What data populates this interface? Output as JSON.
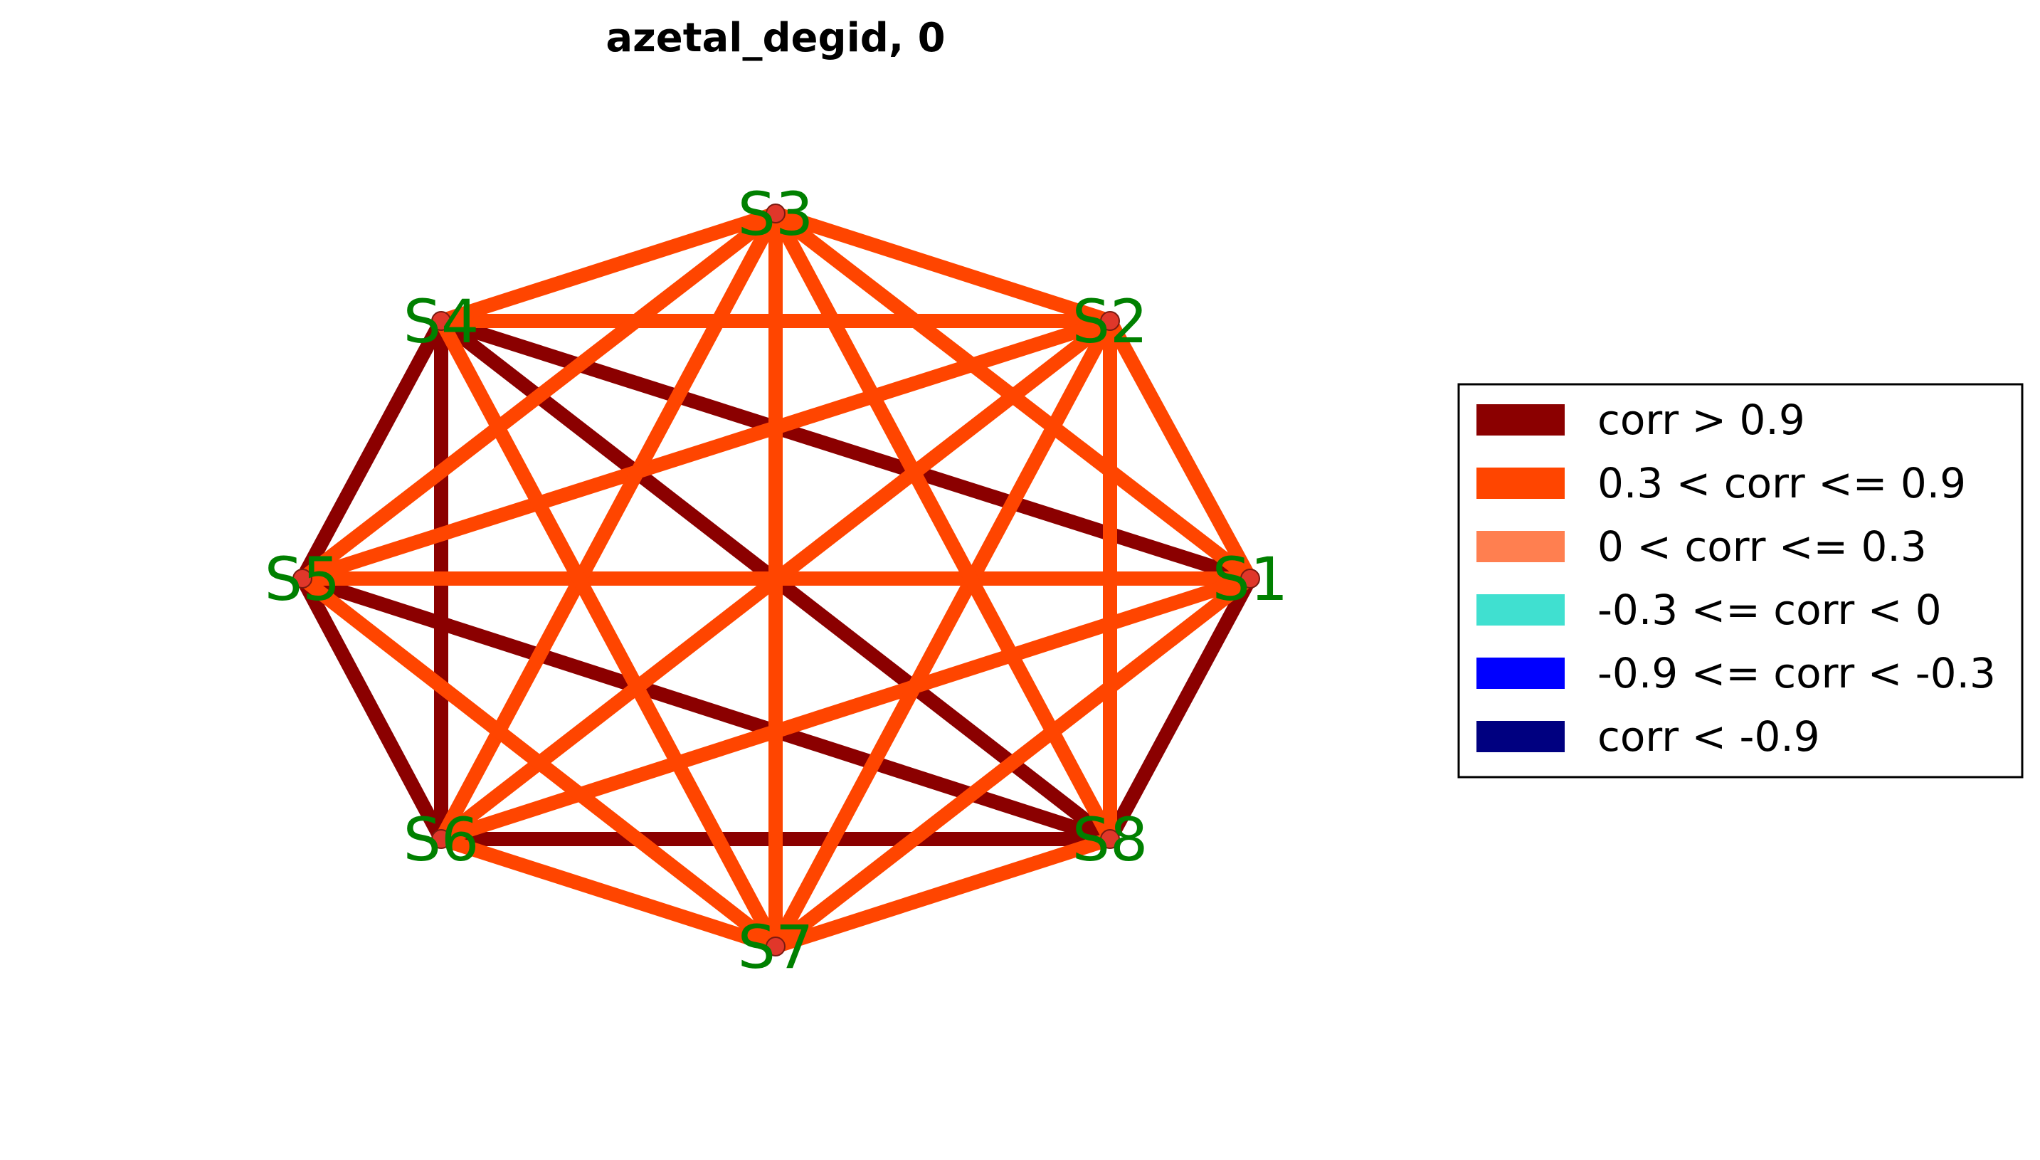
{
  "title": "azetal_degid, 0",
  "nodes": [
    {
      "id": "S1",
      "label": "S1"
    },
    {
      "id": "S2",
      "label": "S2"
    },
    {
      "id": "S3",
      "label": "S3"
    },
    {
      "id": "S4",
      "label": "S4"
    },
    {
      "id": "S5",
      "label": "S5"
    },
    {
      "id": "S6",
      "label": "S6"
    },
    {
      "id": "S7",
      "label": "S7"
    },
    {
      "id": "S8",
      "label": "S8"
    }
  ],
  "edges": [
    {
      "source": "S1",
      "target": "S2",
      "category": "0.3 < corr <= 0.9"
    },
    {
      "source": "S1",
      "target": "S3",
      "category": "0.3 < corr <= 0.9"
    },
    {
      "source": "S1",
      "target": "S4",
      "category": "corr > 0.9"
    },
    {
      "source": "S1",
      "target": "S5",
      "category": "0.3 < corr <= 0.9"
    },
    {
      "source": "S1",
      "target": "S6",
      "category": "0.3 < corr <= 0.9"
    },
    {
      "source": "S1",
      "target": "S7",
      "category": "0.3 < corr <= 0.9"
    },
    {
      "source": "S1",
      "target": "S8",
      "category": "corr > 0.9"
    },
    {
      "source": "S2",
      "target": "S3",
      "category": "0.3 < corr <= 0.9"
    },
    {
      "source": "S2",
      "target": "S4",
      "category": "0.3 < corr <= 0.9"
    },
    {
      "source": "S2",
      "target": "S5",
      "category": "0.3 < corr <= 0.9"
    },
    {
      "source": "S2",
      "target": "S6",
      "category": "0.3 < corr <= 0.9"
    },
    {
      "source": "S2",
      "target": "S7",
      "category": "0.3 < corr <= 0.9"
    },
    {
      "source": "S2",
      "target": "S8",
      "category": "0.3 < corr <= 0.9"
    },
    {
      "source": "S3",
      "target": "S4",
      "category": "0.3 < corr <= 0.9"
    },
    {
      "source": "S3",
      "target": "S5",
      "category": "0.3 < corr <= 0.9"
    },
    {
      "source": "S3",
      "target": "S6",
      "category": "0.3 < corr <= 0.9"
    },
    {
      "source": "S3",
      "target": "S7",
      "category": "0.3 < corr <= 0.9"
    },
    {
      "source": "S3",
      "target": "S8",
      "category": "0.3 < corr <= 0.9"
    },
    {
      "source": "S4",
      "target": "S5",
      "category": "corr > 0.9"
    },
    {
      "source": "S4",
      "target": "S6",
      "category": "corr > 0.9"
    },
    {
      "source": "S4",
      "target": "S7",
      "category": "0.3 < corr <= 0.9"
    },
    {
      "source": "S4",
      "target": "S8",
      "category": "corr > 0.9"
    },
    {
      "source": "S5",
      "target": "S6",
      "category": "corr > 0.9"
    },
    {
      "source": "S5",
      "target": "S7",
      "category": "0.3 < corr <= 0.9"
    },
    {
      "source": "S5",
      "target": "S8",
      "category": "corr > 0.9"
    },
    {
      "source": "S6",
      "target": "S7",
      "category": "0.3 < corr <= 0.9"
    },
    {
      "source": "S6",
      "target": "S8",
      "category": "corr > 0.9"
    },
    {
      "source": "S7",
      "target": "S8",
      "category": "0.3 < corr <= 0.9"
    }
  ],
  "legend": {
    "items": [
      {
        "label": "corr > 0.9",
        "color": "#8b0000"
      },
      {
        "label": "0.3 < corr <= 0.9",
        "color": "#ff4500"
      },
      {
        "label": "0 < corr <= 0.3",
        "color": "#ff7f50"
      },
      {
        "label": "-0.3 <= corr < 0",
        "color": "#40e0d0"
      },
      {
        "label": "-0.9 <= corr < -0.3",
        "color": "#0000ff"
      },
      {
        "label": "corr < -0.9",
        "color": "#000080"
      }
    ]
  },
  "colors": {
    "node_fill": "#e0372a",
    "node_label": "#008000"
  }
}
